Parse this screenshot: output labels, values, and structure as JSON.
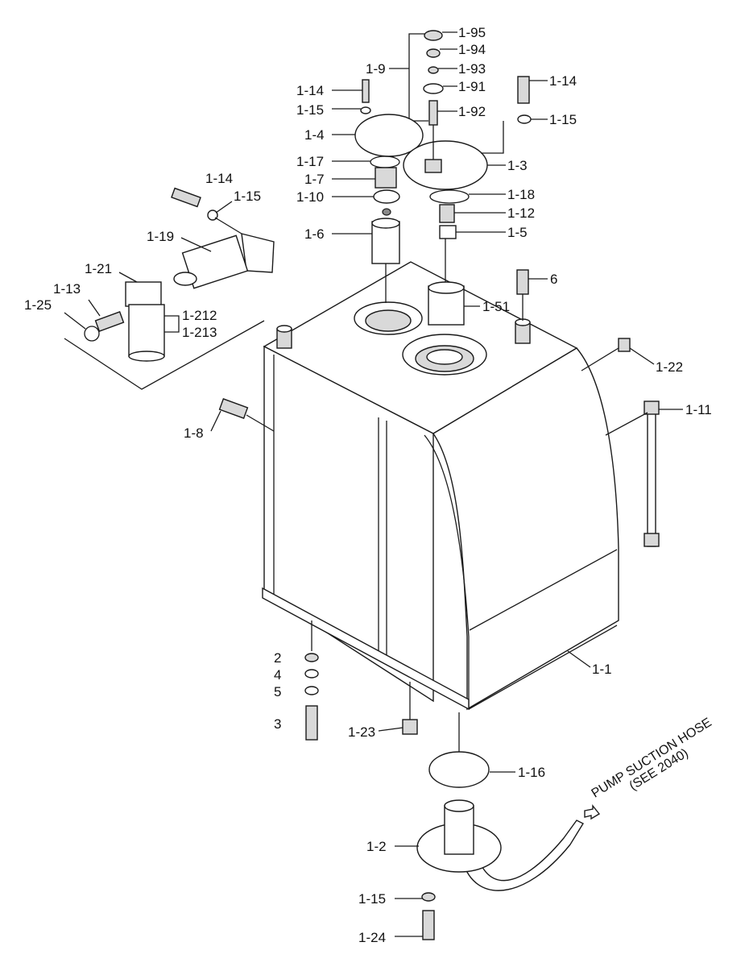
{
  "labels": {
    "p1_95": "1-95",
    "p1_94": "1-94",
    "p1_93": "1-93",
    "p1_91": "1-91",
    "p1_92": "1-92",
    "p1_9": "1-9",
    "p1_14_a": "1-14",
    "p1_15_a": "1-15",
    "p1_4": "1-4",
    "p1_17": "1-17",
    "p1_7": "1-7",
    "p1_10": "1-10",
    "p1_6": "1-6",
    "p1_14_b": "1-14",
    "p1_15_b": "1-15",
    "p1_3": "1-3",
    "p1_18": "1-18",
    "p1_12": "1-12",
    "p1_5": "1-5",
    "p6": "6",
    "p1_51": "1-51",
    "p1_14_c": "1-14",
    "p1_15_c": "1-15",
    "p1_19": "1-19",
    "p1_21": "1-21",
    "p1_13": "1-13",
    "p1_25": "1-25",
    "p1_212": "1-212",
    "p1_213": "1-213",
    "p1_22": "1-22",
    "p1_8": "1-8",
    "p1_11": "1-11",
    "p2": "2",
    "p4": "4",
    "p5": "5",
    "p3": "3",
    "p1_23": "1-23",
    "p1_1": "1-1",
    "p1_16": "1-16",
    "p1_2": "1-2",
    "p1_15_d": "1-15",
    "p1_24": "1-24"
  },
  "note": {
    "line1": "PUMP SUCTION HOSE",
    "line2": "(SEE 2040)"
  },
  "icons": {
    "arrow": "arrow-right-icon"
  }
}
